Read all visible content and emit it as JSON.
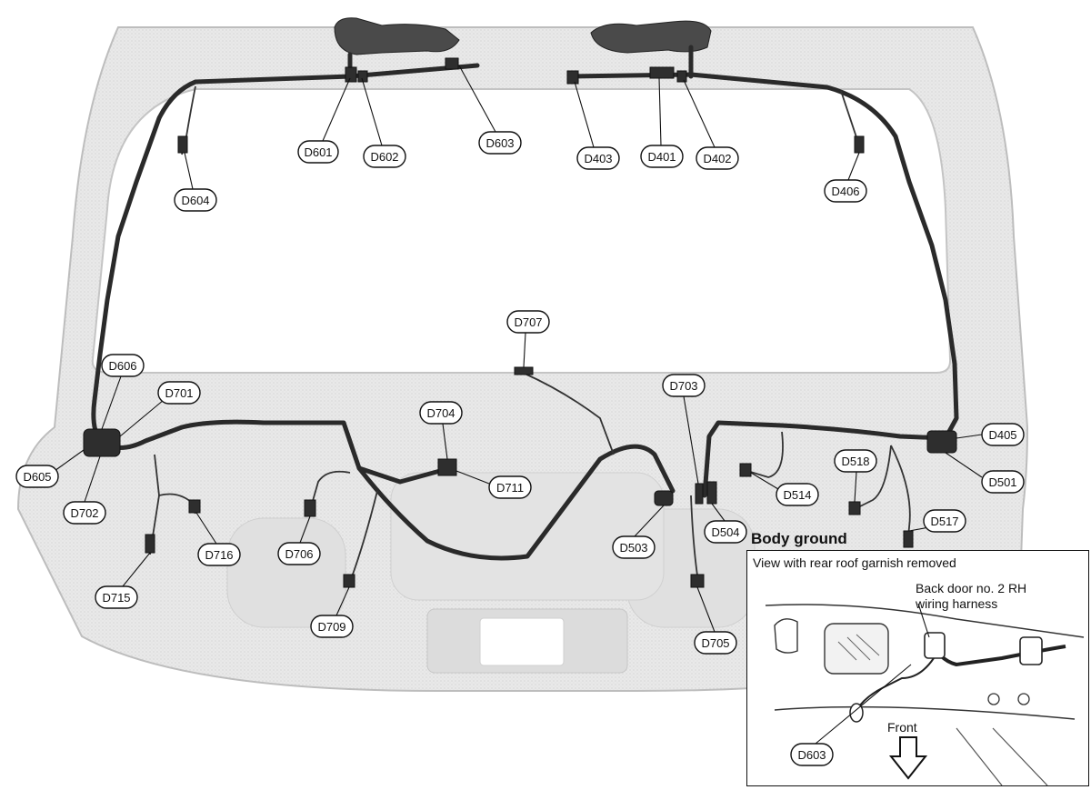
{
  "labels": {
    "d601": "D601",
    "d602": "D602",
    "d603": "D603",
    "d604": "D604",
    "d403": "D403",
    "d401": "D401",
    "d402": "D402",
    "d406": "D406",
    "d707": "D707",
    "d606": "D606",
    "d701": "D701",
    "d605": "D605",
    "d702": "D702",
    "d704": "D704",
    "d711": "D711",
    "d703": "D703",
    "d405": "D405",
    "d501": "D501",
    "d518": "D518",
    "d514": "D514",
    "d503": "D503",
    "d504": "D504",
    "d517": "D517",
    "d716": "D716",
    "d706": "D706",
    "d715": "D715",
    "d709": "D709",
    "d705": "D705"
  },
  "inset": {
    "title": "Body ground",
    "view_caption": "View with rear roof garnish removed",
    "harness_line1": "Back door no. 2 RH",
    "harness_line2": "wiring harness",
    "front_label": "Front",
    "ground_label": "D603"
  },
  "colors": {
    "door_fill": "#e6e6e6",
    "glass_fill": "#ffffff",
    "harness": "#2a2a2a"
  }
}
